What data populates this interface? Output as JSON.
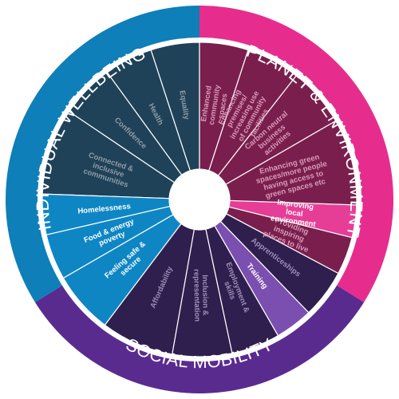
{
  "outer_ring": {
    "left_title": "INDIVIDUAL WELLBEING",
    "right_title": "PLANET & ENVIRONMENT",
    "bottom_title": "SOCIAL MOBILITY"
  },
  "colors": {
    "individual_outer": "#0e7fb8",
    "planet_outer": "#e62d8e",
    "social_outer": "#5a2b8f",
    "individual_dark": "#1f4258",
    "planet_dark": "#7a1f4d",
    "social_dark": "#2f1f4e",
    "individual_highlight": "#0f86c4",
    "planet_highlight": "#e63d96",
    "social_highlight": "#7b4fb0",
    "dim_text": "#8f9ba6",
    "planet_dim_text": "#d89ab8",
    "social_dim_text": "#9e8fb8",
    "bright_text": "#ffffff"
  },
  "segments": [
    {
      "label": "Equality",
      "group": "individual",
      "highlight": false
    },
    {
      "label": "Health",
      "group": "individual",
      "highlight": false
    },
    {
      "label": "Confidence",
      "group": "individual",
      "highlight": false
    },
    {
      "label": "Connected & inclusive communities",
      "group": "individual",
      "highlight": false
    },
    {
      "label": "Homelessness",
      "group": "individual",
      "highlight": true
    },
    {
      "label": "Food & energy poverty",
      "group": "individual",
      "highlight": true
    },
    {
      "label": "Feeling safe & secure",
      "group": "individual",
      "highlight": true
    },
    {
      "label": "Affordability",
      "group": "social",
      "highlight": false
    },
    {
      "label": "Inclusion & representation",
      "group": "social",
      "highlight": false
    },
    {
      "label": "Employment & skills",
      "group": "social",
      "highlight": false
    },
    {
      "label": "Training",
      "group": "social",
      "highlight": true
    },
    {
      "label": "Apprenticeships",
      "group": "social",
      "highlight": false
    },
    {
      "label": "Providing inspiring places to live",
      "group": "planet",
      "highlight": false
    },
    {
      "label": "Improving local environment",
      "group": "planet",
      "highlight": true
    },
    {
      "label": "Enhancing green spaces/more people having access to green spaces etc",
      "group": "planet",
      "highlight": false
    },
    {
      "label": "Carbon neutral business activities",
      "group": "planet",
      "highlight": false
    },
    {
      "label": "Enhancing premises/ increasing use of community facilities",
      "group": "planet",
      "highlight": false
    },
    {
      "label": "Enhanced community spaces",
      "group": "planet",
      "highlight": false
    }
  ]
}
